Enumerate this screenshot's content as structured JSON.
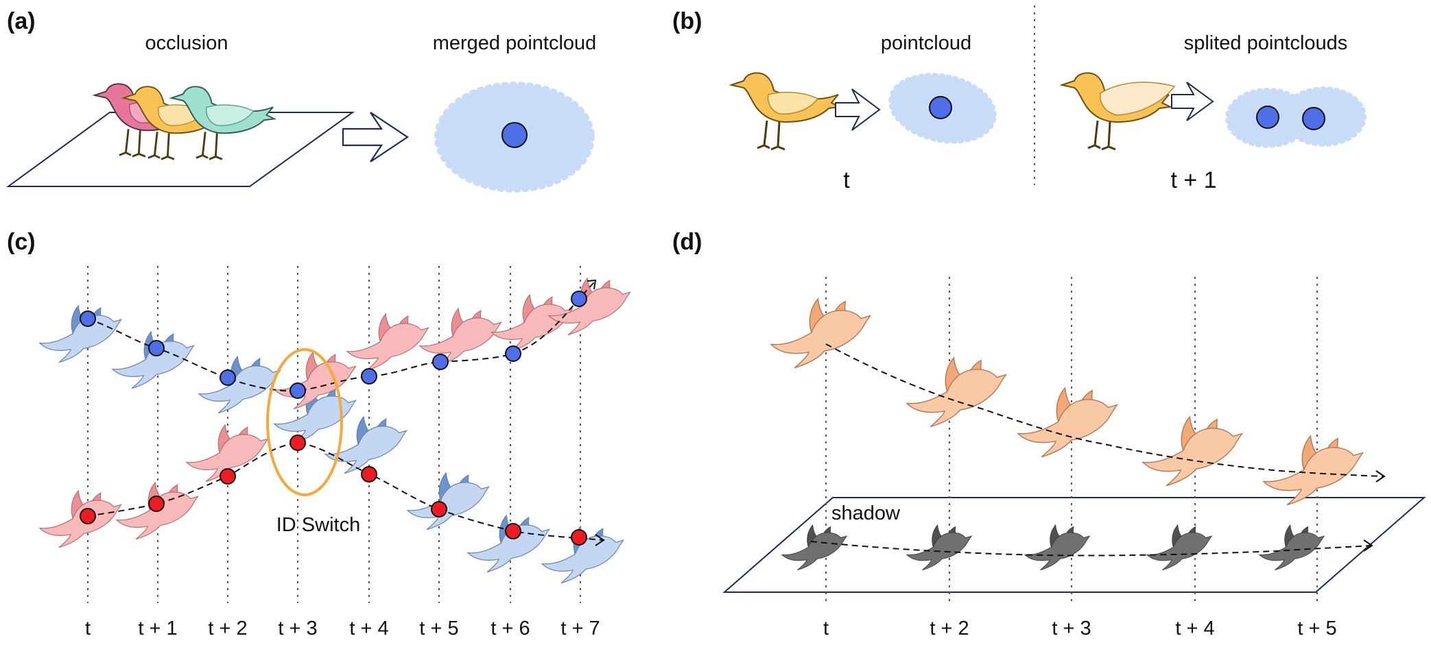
{
  "panels": {
    "a": {
      "label": "(a)",
      "occlusion_caption": "occlusion",
      "merged_caption": "merged pointcloud"
    },
    "b": {
      "label": "(b)",
      "pointcloud_caption": "pointcloud",
      "split_caption": "splited pointclouds",
      "time_t": "t",
      "time_t1": "t + 1"
    },
    "c": {
      "label": "(c)",
      "id_switch_label": "ID Switch",
      "time_labels": [
        "t",
        "t + 1",
        "t + 2",
        "t + 3",
        "t + 4",
        "t + 5",
        "t + 6",
        "t + 7"
      ]
    },
    "d": {
      "label": "(d)",
      "shadow_label": "shadow",
      "time_labels": [
        "t",
        "t + 2",
        "t + 3",
        "t + 4",
        "t + 5"
      ]
    }
  },
  "colors": {
    "blue_dot": "#4f6fe8",
    "red_dot": "#ee1b22",
    "pointcloud": "#c9dcf7",
    "bird_yellow": "#f8c254",
    "bird_pink": "#e8769a",
    "bird_teal": "#9edfcf",
    "bird_light_blue": "#c3d7f2",
    "bird_light_pink": "#f7b9b9",
    "bird_peach": "#f9c9a6",
    "bird_shadow": "#707070",
    "id_switch_ellipse": "#f4a93b",
    "outline": "#1d2a55"
  }
}
